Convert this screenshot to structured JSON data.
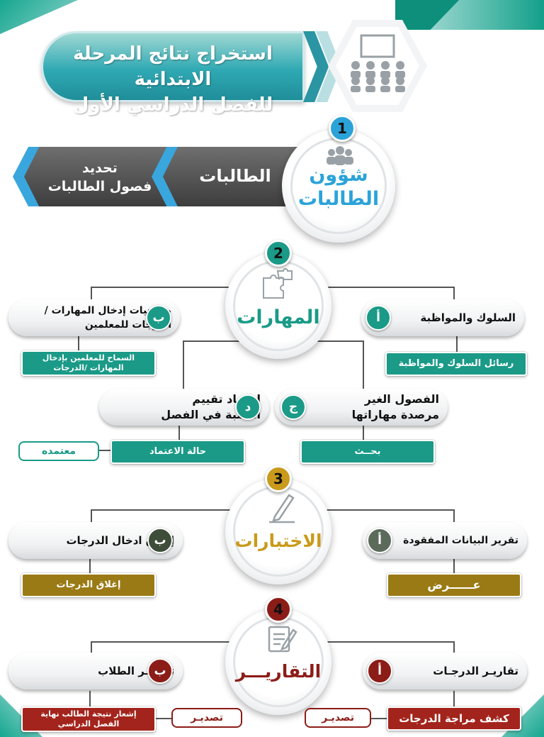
{
  "colors": {
    "teal": "#1a9a87",
    "blue": "#2ba3d9",
    "gold": "#c99a1c",
    "olive": "#9a7a14",
    "maroon": "#8c1c17",
    "darkgrey": "#4d4d4d",
    "darkgreen": "#3e4d3a"
  },
  "header": {
    "title_line1": "استخراج نتائج المرحلة الابتدائية",
    "title_line2": "للفصل الدراسي الأول",
    "icon": "classroom-icon"
  },
  "section1": {
    "number": "1",
    "title_line1": "شؤون",
    "title_line2": "الطالبات",
    "icon": "people-icon",
    "arrow1": "الطالبات",
    "arrow2_line1": "تحديد",
    "arrow2_line2": "فصول الطالبات"
  },
  "section2": {
    "number": "2",
    "title": "المهارات",
    "icon": "puzzle-icon",
    "a": {
      "letter": "أ",
      "label": "السلوك والمواظبة",
      "bar": "رسائل السلوك والمواظبة"
    },
    "b": {
      "letter": "ب",
      "label_line1": "صلاحيات إدخال المهارات /",
      "label_line2": "الدرجات للمعلمين",
      "bar_line1": "السماح للمعلمين بإدخال",
      "bar_line2": "المهارات /الدرجات"
    },
    "j": {
      "letter": "ج",
      "label_line1": "الفصول الغير",
      "label_line2": "مرصدة مهاراتها",
      "bar": "بحــث"
    },
    "d": {
      "letter": "د",
      "label_line1": "اعتماد تقييم",
      "label_line2": "الطلبة في الفصل",
      "bar": "حالة الاعتماد",
      "tag": "معتمده"
    }
  },
  "section3": {
    "number": "3",
    "title": "الاختبارات",
    "icon": "pen-icon",
    "a": {
      "letter": "أ",
      "label": "تقرير البيانات المفقودة",
      "bar": "عــــــرض"
    },
    "b": {
      "letter": "ب",
      "label": "إغلاق ادخال الدرجات",
      "bar": "إغلاق الدرجات"
    }
  },
  "section4": {
    "number": "4",
    "title": "التقاريـــر",
    "icon": "report-icon",
    "a": {
      "letter": "أ",
      "label": "تقاريـر الدرجـات",
      "bar": "كشف مراجة الدرجات",
      "tag": "تصديـر"
    },
    "b": {
      "letter": "ب",
      "label": "تقاريـر الطلاب",
      "bar_line1": "إشعار نتيجة الطالب نهاية",
      "bar_line2": "الفصل الدراسي",
      "tag": "تصديـر"
    }
  }
}
